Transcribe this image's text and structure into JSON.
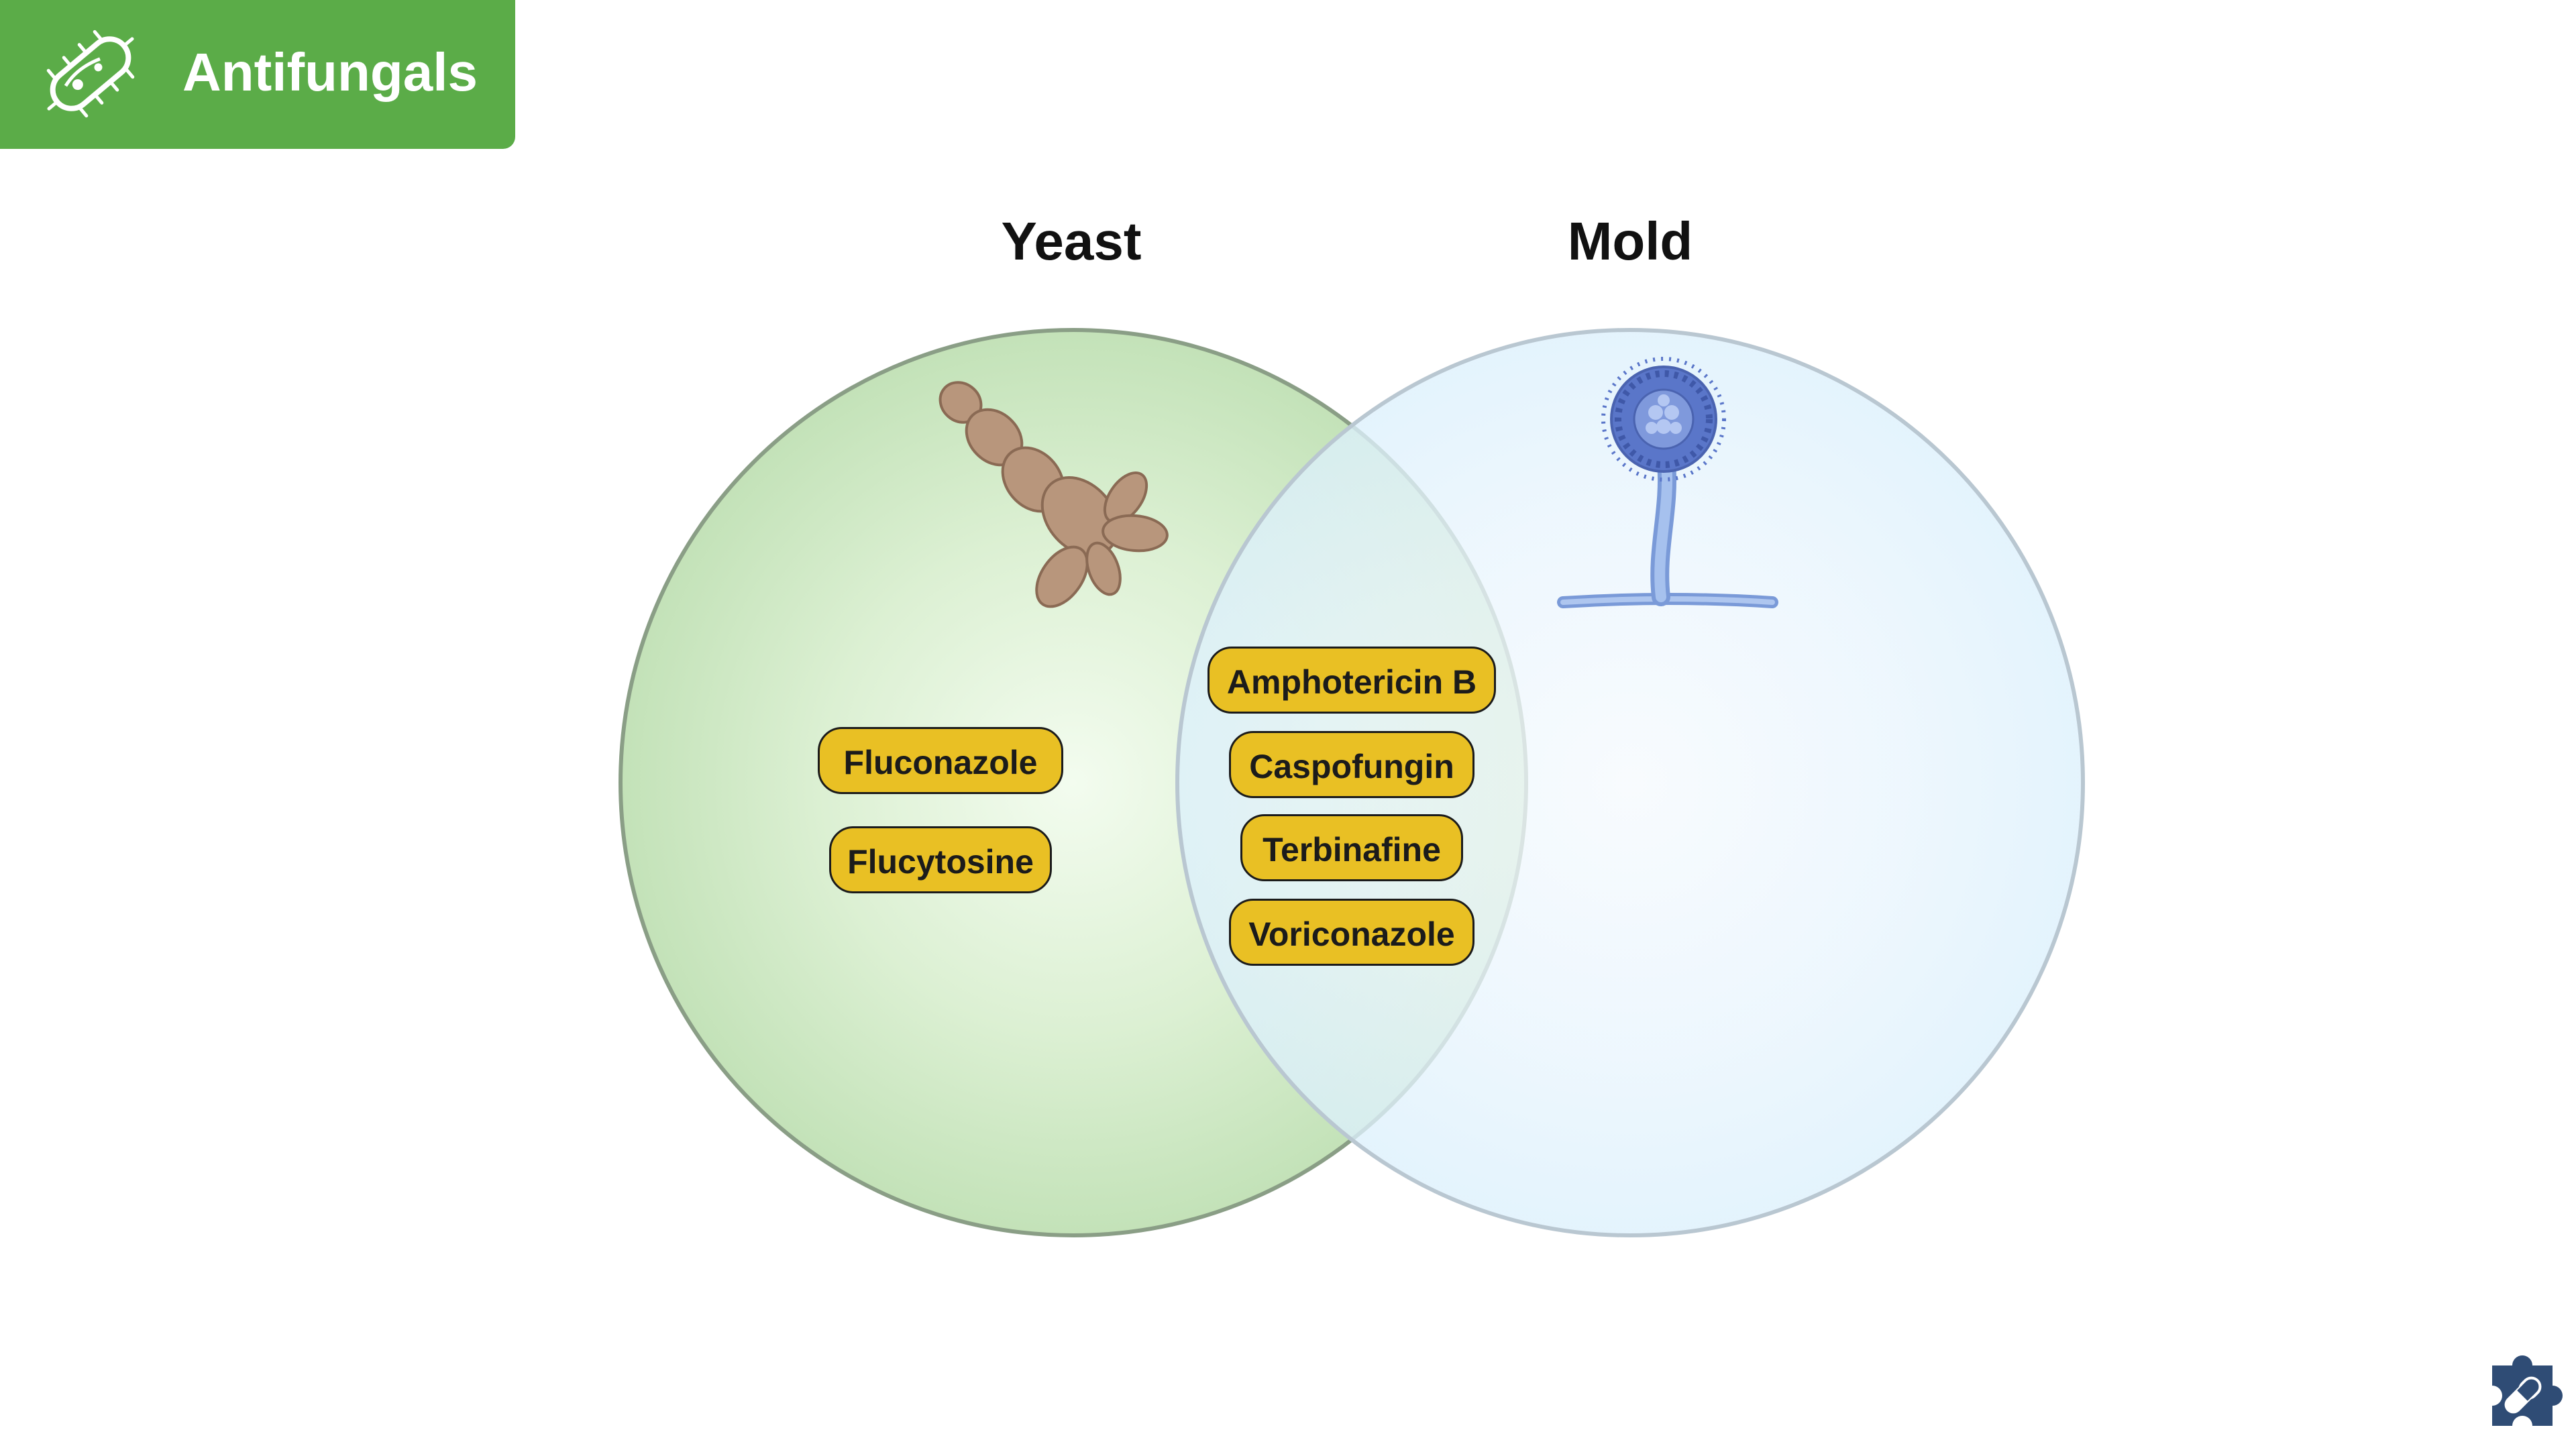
{
  "header": {
    "title": "Antifungals",
    "icon": "bacterium-icon",
    "color": "#5bac48"
  },
  "venn": {
    "sets": [
      {
        "key": "yeast",
        "label": "Yeast",
        "color": "#c3e2b8",
        "illustration": "yeast-cell-illustration"
      },
      {
        "key": "mold",
        "label": "Mold",
        "color": "#dcf0fc",
        "illustration": "mold-aspergillus-illustration"
      }
    ],
    "yeast_only": [
      "Fluconazole",
      "Flucytosine"
    ],
    "both": [
      "Amphotericin B",
      "Caspofungin",
      "Terbinafine",
      "Voriconazole"
    ],
    "mold_only": []
  },
  "pill_color": "#e9c024",
  "corner_logo": "puzzle-pill-logo-icon"
}
